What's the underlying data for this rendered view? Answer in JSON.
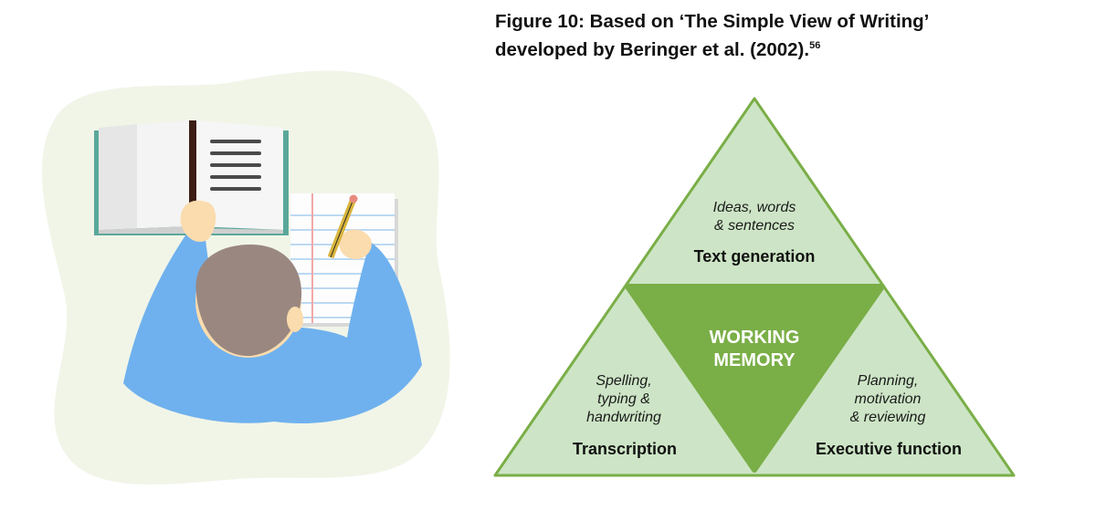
{
  "figure": {
    "title_line1": "Figure 10: Based on ‘The Simple View of Writing’",
    "title_line2": "developed by Beringer et al. (2002).",
    "footnote": "56"
  },
  "diagram": {
    "top": {
      "desc": [
        "Ideas, words",
        "&  sentences"
      ],
      "label": "Text generation"
    },
    "center": {
      "label": [
        "WORKING",
        "MEMORY"
      ]
    },
    "left": {
      "desc": [
        "Spelling,",
        "typing &",
        "handwriting"
      ],
      "label": "Transcription"
    },
    "right": {
      "desc": [
        "Planning,",
        "motivation",
        "& reviewing"
      ],
      "label": "Executive function"
    }
  },
  "colors": {
    "outer_fill": "#cde5c6",
    "outer_stroke": "#7aae47",
    "inner_fill": "#7aae47",
    "blob": "#f1f5e8",
    "shirt": "#6fb1ee",
    "hair": "#9a8780",
    "skin": "#fbdcae"
  }
}
